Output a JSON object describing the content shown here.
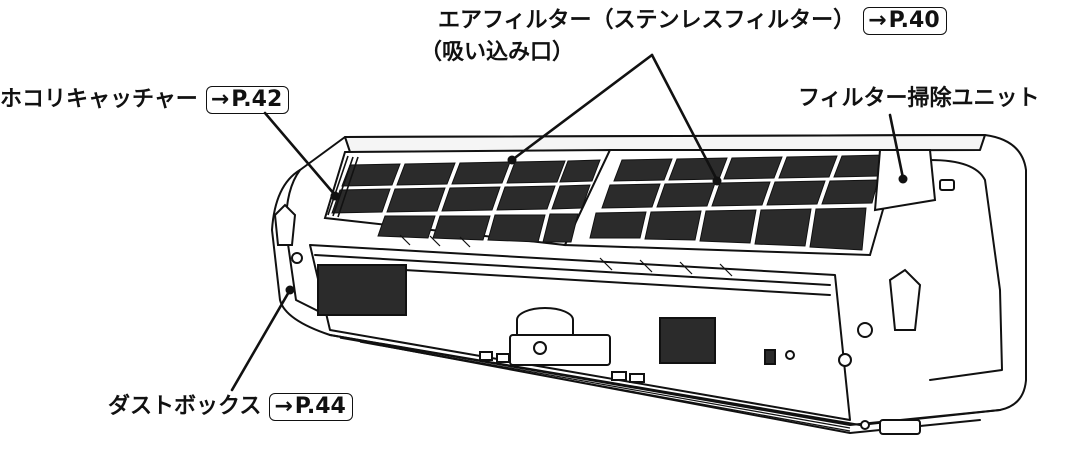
{
  "callouts": {
    "air_filter": {
      "label": "エアフィルター（ステンレスフィルター）",
      "sublabel": "（吸い込み口）",
      "ref_arrow": "→",
      "ref": "P.40"
    },
    "dust_catcher": {
      "label": "ホコリキャッチャー",
      "ref_arrow": "→",
      "ref": "P.42"
    },
    "filter_cleaning_unit": {
      "label": "フィルター掃除ユニット"
    },
    "dust_box": {
      "label": "ダストボックス",
      "ref_arrow": "→",
      "ref": "P.44"
    }
  },
  "colors": {
    "line": "#111111",
    "background": "#ffffff",
    "dark_fill": "#2b2b2b"
  }
}
